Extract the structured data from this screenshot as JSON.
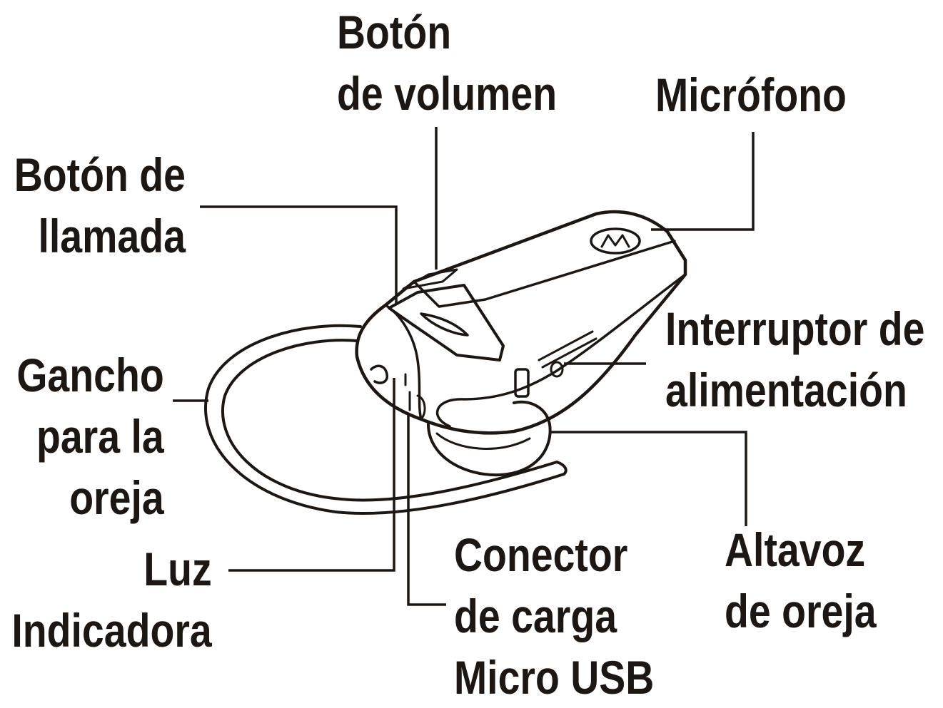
{
  "labels": {
    "volume_button": [
      "Botón",
      "de volumen"
    ],
    "microphone": [
      "Micrófono"
    ],
    "call_button": [
      "Botón de",
      "llamada"
    ],
    "power_switch": [
      "Interruptor de",
      "alimentación"
    ],
    "ear_hook": [
      "Gancho",
      "para la",
      "oreja"
    ],
    "indicator_light": [
      "Luz",
      "Indicadora"
    ],
    "charging_connector": [
      "Conector",
      "de carga",
      "Micro USB"
    ],
    "ear_speaker": [
      "Altavoz",
      "de oreja"
    ]
  },
  "colors": {
    "ink": "#1c1712",
    "background": "#ffffff"
  },
  "icons": {
    "device": "bluetooth-headset",
    "logo": "brand-logo-icon"
  }
}
